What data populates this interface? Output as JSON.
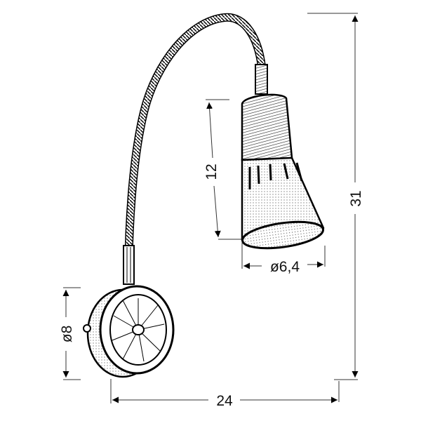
{
  "diagram": {
    "subject": "Wall lamp with flexible gooseneck arm and conical spotlight shade",
    "dimensions": {
      "total_height": {
        "value": "31",
        "orientation": "vertical",
        "position": "right"
      },
      "total_width": {
        "value": "24",
        "orientation": "horizontal",
        "position": "bottom"
      },
      "shade_height": {
        "value": "12",
        "orientation": "vertical",
        "position": "left-of-shade"
      },
      "shade_diameter": {
        "value": "ø6,4",
        "orientation": "horizontal",
        "position": "below-shade"
      },
      "base_diameter": {
        "value": "ø8",
        "orientation": "vertical",
        "position": "left-of-base"
      }
    },
    "parts": [
      "wall-mount-base",
      "rotary-switch",
      "flexible-gooseneck-arm",
      "shade-neck",
      "conical-shade"
    ],
    "colors": {
      "line": "#000000",
      "dimension_line": "#333333",
      "background": "#ffffff"
    }
  }
}
